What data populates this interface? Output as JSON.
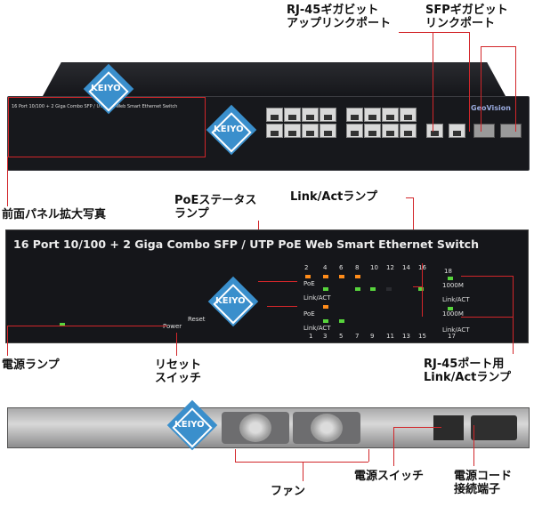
{
  "labels": {
    "rj45_uplink": [
      "RJ-45ギガビット",
      "アップリンクポート"
    ],
    "sfp_link": [
      "SFPギガビット",
      "リンクポート"
    ],
    "front_zoom": "前面パネル拡大写真",
    "poe_status": [
      "PoEステータス",
      "ランプ"
    ],
    "link_act": "Link/Actランプ",
    "power_lamp": "電源ランプ",
    "reset_switch": [
      "リセット",
      "スイッチ"
    ],
    "rj45_link_act": [
      "RJ-45ポート用",
      "Link/Actランプ"
    ],
    "power_switch": "電源スイッチ",
    "power_cord": [
      "電源コード",
      "接続端子"
    ],
    "fan": "ファン"
  },
  "panel": {
    "title": "16 Port 10/100 + 2 Giga Combo SFP / UTP PoE Web Smart Ethernet Switch",
    "top_ports": [
      "2",
      "4",
      "6",
      "8",
      "10",
      "12",
      "14",
      "16",
      "18"
    ],
    "bottom_ports": [
      "1",
      "3",
      "5",
      "7",
      "9",
      "11",
      "13",
      "15",
      "17"
    ],
    "poe": "PoE",
    "link_act": "Link/ACT",
    "speed": "1000M",
    "power": "Power",
    "reset": "Reset"
  },
  "top_switch": {
    "title": "16 Port 10/100 + 2 Giga Combo SFP / UTP PoE Web Smart Ethernet Switch",
    "brand": "GeoVision"
  },
  "logo": "KEIYO",
  "colors": {
    "callout_line": "#d2262a",
    "logo": "#3a8fcc",
    "poe_led": "#ff8c1a",
    "link_led": "#57d43c"
  }
}
